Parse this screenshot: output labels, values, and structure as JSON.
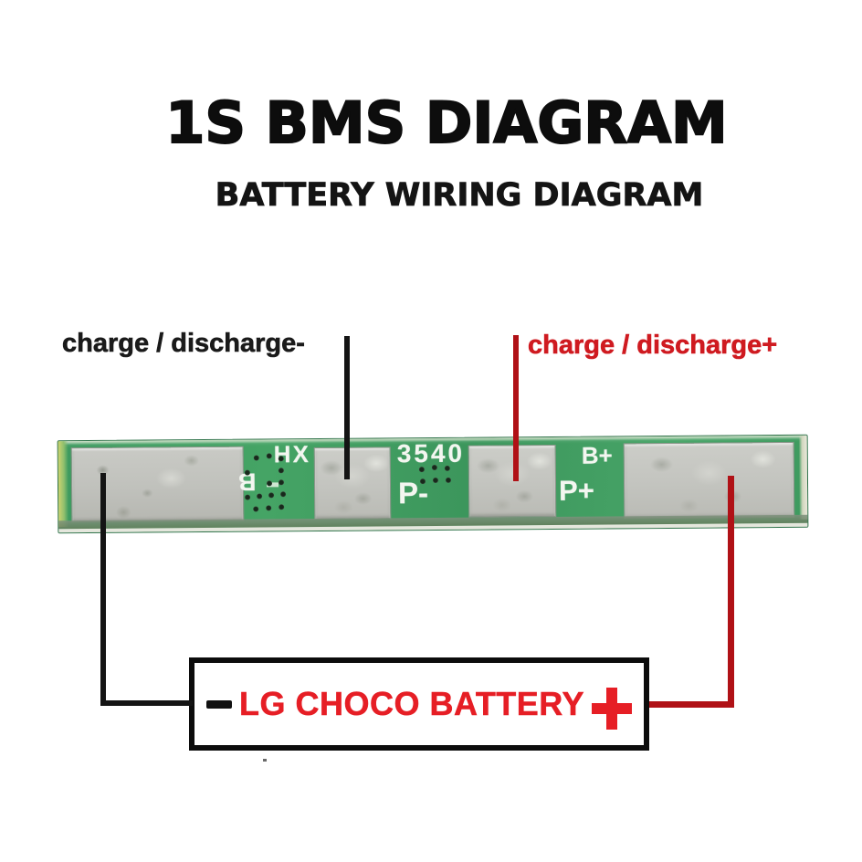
{
  "header": {
    "title": "1S BMS DIAGRAM",
    "subtitle": "BATTERY WIRING DIAGRAM"
  },
  "wiring_labels": {
    "negative": "charge / discharge-",
    "positive": "charge / discharge+"
  },
  "pcb": {
    "silkscreen": {
      "cell_negative": "B",
      "cell_negative_suffix": "-",
      "ic_marking": "HX",
      "model_number": "3540",
      "pad_p_minus": "P-",
      "pad_b_plus": "B+",
      "pad_p_plus": "P+"
    }
  },
  "battery": {
    "negative_symbol": "-",
    "label": "LG CHOCO BATTERY",
    "positive_symbol": "+"
  },
  "colors": {
    "wire_negative": "#141414",
    "wire_positive": "#b01116",
    "label_negative": "#1a1a1a",
    "label_positive": "#cf1a20",
    "battery_red": "#e61e25",
    "pcb_green": "#3f9c60",
    "pad_gray": "#c6c7c2"
  }
}
